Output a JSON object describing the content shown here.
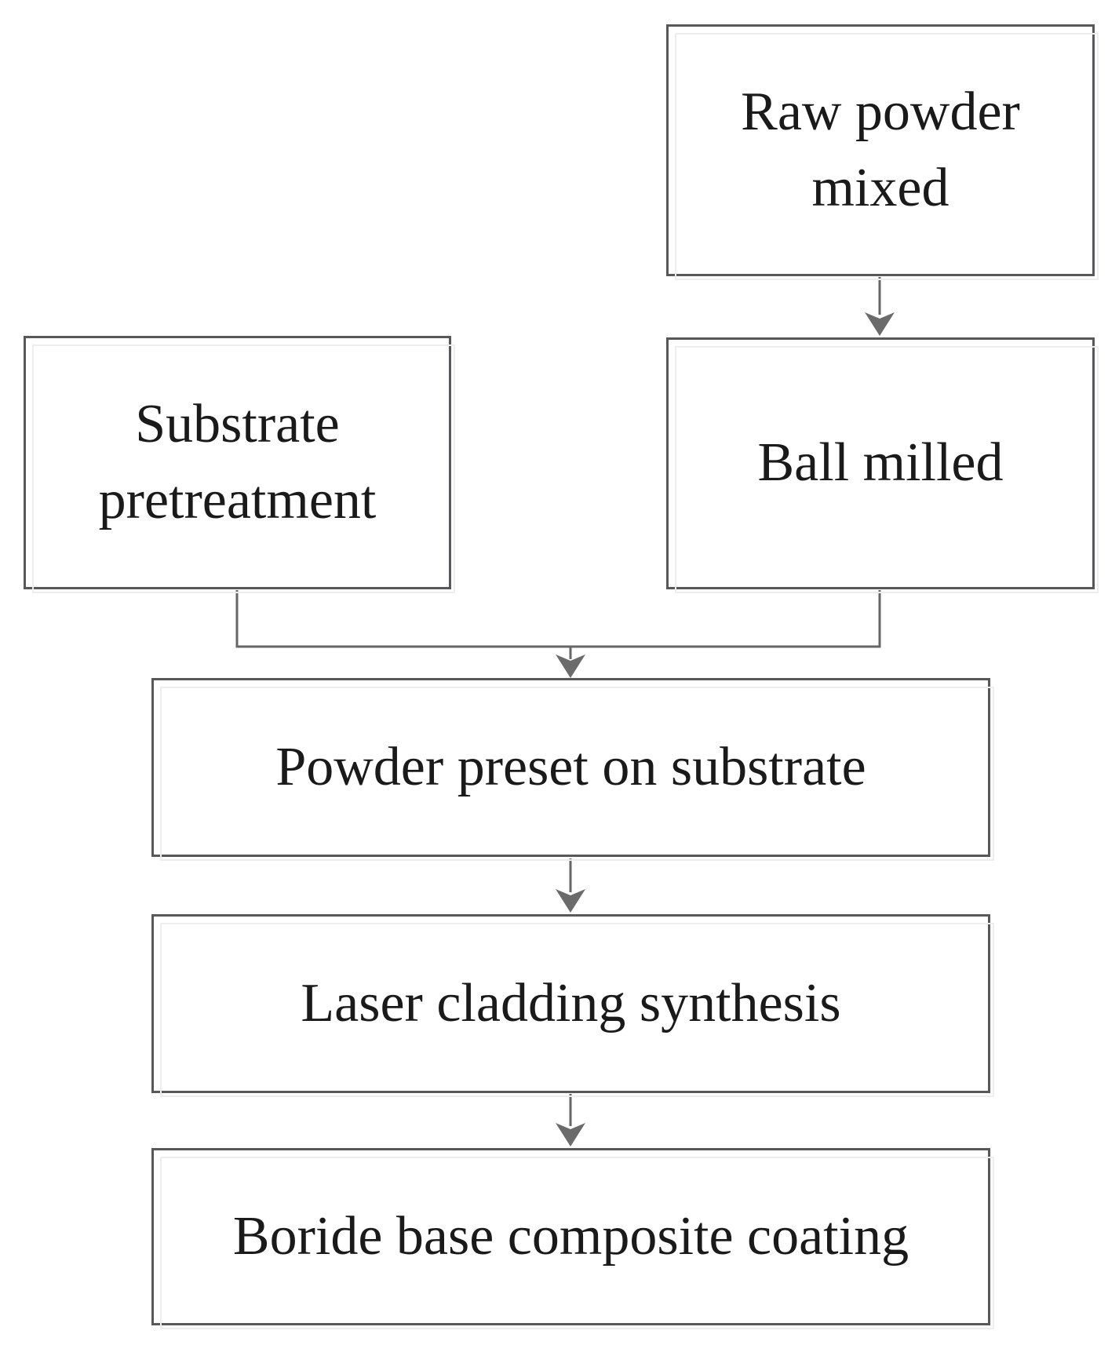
{
  "diagram": {
    "type": "flowchart",
    "nodes": {
      "raw": {
        "label": "Raw powder mixed",
        "lines": [
          "Raw powder",
          "mixed"
        ]
      },
      "substrate": {
        "label": "Substrate pretreatment",
        "lines": [
          "Substrate",
          "pretreatment"
        ]
      },
      "ball": {
        "label": "Ball milled",
        "lines": [
          "Ball milled"
        ]
      },
      "preset": {
        "label": "Powder preset on substrate",
        "lines": [
          "Powder preset on substrate"
        ]
      },
      "laser": {
        "label": "Laser cladding synthesis",
        "lines": [
          "Laser cladding synthesis"
        ]
      },
      "boride": {
        "label": "Boride base composite coating",
        "lines": [
          "Boride base composite coating"
        ]
      }
    },
    "edges": [
      {
        "from": "Raw powder mixed",
        "to": "Ball milled"
      },
      {
        "from": "Substrate pretreatment",
        "to": "Powder preset on substrate"
      },
      {
        "from": "Ball milled",
        "to": "Powder preset on substrate"
      },
      {
        "from": "Powder preset on substrate",
        "to": "Laser cladding synthesis"
      },
      {
        "from": "Laser cladding synthesis",
        "to": "Boride base composite coating"
      }
    ],
    "colors": {
      "box_border": "#58585a",
      "arrow_line": "#666666",
      "arrow_head": "#6b6b6b",
      "shadow_border": "#ededed",
      "text": "#1a1a1a",
      "background": "#ffffff"
    }
  }
}
